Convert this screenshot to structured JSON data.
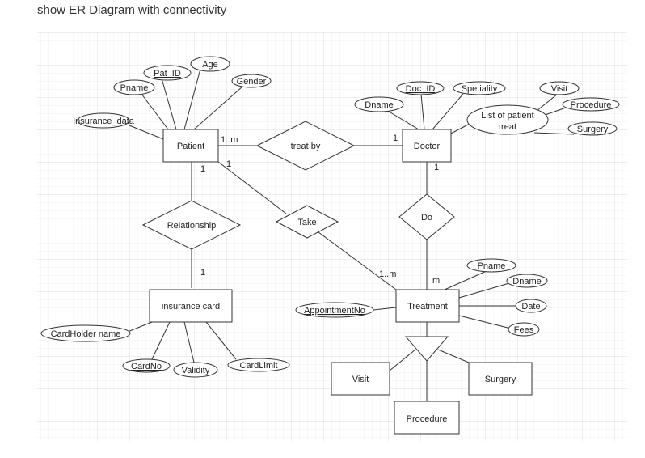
{
  "page": {
    "heading": "show ER Diagram with connectivity"
  },
  "entities": {
    "patient": "Patient",
    "doctor": "Doctor",
    "insurance_card": "insurance card",
    "treatment": "Treatment",
    "visit": "Visit",
    "surgery": "Surgery",
    "procedure": "Procedure"
  },
  "relationships": {
    "treat_by": "treat by",
    "relationship": "Relationship",
    "take": "Take",
    "do": "Do"
  },
  "attributes": {
    "pat_id": "Pat_ID",
    "age": "Age",
    "pname": "Pname",
    "gender": "Gender",
    "insurance_data": "Insurance_data",
    "doc_id": "Doc_ID",
    "speciality": "Spetiality",
    "dname": "Dname",
    "list_of_patient_treat_line1": "List of patient",
    "list_of_patient_treat_line2": "treat",
    "visit": "Visit",
    "procedure": "Procedure",
    "surgery": "Surgery",
    "treat_pname": "Pname",
    "treat_dname": "Dname",
    "date": "Date",
    "fees": "Fees",
    "appointment_no": "AppointmentNo",
    "cardholder_name": "CardHolder name",
    "card_no": "CardNo",
    "validity": "Validity",
    "card_limit": "CardLimit"
  },
  "cardinalities": {
    "patient_treatby": "1..m",
    "treatby_doctor": "1",
    "patient_relationship": "1",
    "patient_take": "1",
    "relationship_card": "1",
    "doctor_do": "1",
    "take_treatment": "1..m",
    "do_treatment": "m"
  }
}
